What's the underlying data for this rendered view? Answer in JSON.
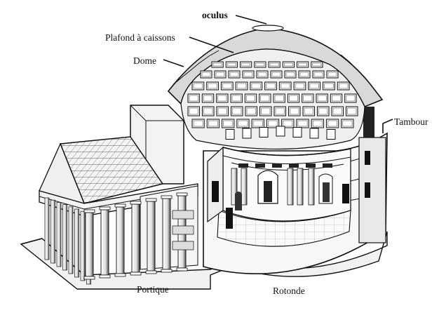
{
  "diagram": {
    "labels": {
      "oculus": "oculus",
      "plafond": "Plafond à caissons",
      "dome": "Dome",
      "tambour": "Tambour",
      "portique": "Portique",
      "rotonde": "Rotonde"
    }
  }
}
